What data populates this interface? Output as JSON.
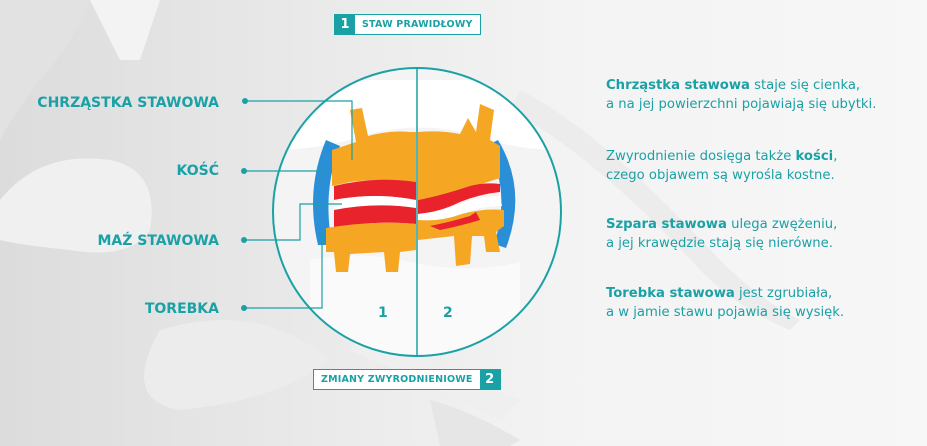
{
  "badge_top": {
    "number": "1",
    "text": "STAW PRAWIDŁOWY"
  },
  "badge_bottom": {
    "number": "2",
    "text": "ZMIANY ZWYRODNIENIOWE"
  },
  "labels": {
    "cartilage": "CHRZĄSTKA STAWOWA",
    "bone": "KOŚĆ",
    "synovial_fluid": "MAŹ STAWOWA",
    "capsule": "TOREBKA"
  },
  "circle_numbers": {
    "left": "1",
    "right": "2"
  },
  "descriptions": [
    {
      "bold": "Chrząstka stawowa",
      "line1_rest": " staje się cienka,",
      "line2": "a na jej powierzchni pojawiają się ubytki."
    },
    {
      "pre": "Zwyrodnienie dosięga także ",
      "bold": "kości",
      "post": ",",
      "line2": "czego objawem są wyrośla kostne."
    },
    {
      "bold": "Szpara stawowa",
      "line1_rest": " ulega zwężeniu,",
      "line2": "a jej krawędzie stają się nierówne."
    },
    {
      "bold": "Torebka stawowa",
      "line1_rest": " jest zgrubiała,",
      "line2": "a w jamie stawu pojawia się wysięk."
    }
  ],
  "colors": {
    "accent": "#1aa1a6",
    "cartilage": "#e8232b",
    "bone": "#f5a623",
    "capsule": "#2a8fd6"
  }
}
